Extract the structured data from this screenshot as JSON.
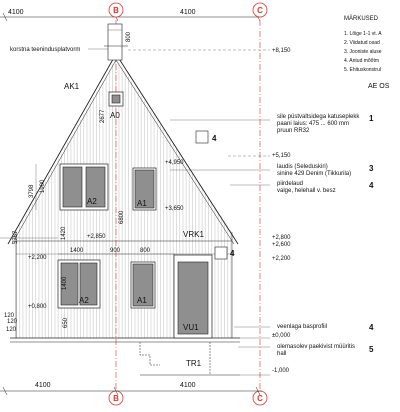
{
  "grid": {
    "left_label": "B",
    "right_label": "C",
    "dim_left": "4100",
    "dim_right": "4100"
  },
  "platform_label": "korstna teenindusplatvorm",
  "chimney_dim": "800",
  "roof_label": "AK1",
  "vent_label": "A0",
  "dim_2677": "2677",
  "legend": {
    "title": "MÄRKUSED",
    "notes": [
      "1.  Lõige 1-1 vt. A",
      "2.  Viidatud osad",
      "3.  Jooniste aluse",
      "4.  Antud mõõtm",
      "5.  Ehituskonstrul"
    ],
    "project": "AE OS"
  },
  "levels": {
    "ridge": "+8,150",
    "eave": "+5,150",
    "window_top": "+4,950",
    "window_sill": "+3,650",
    "mid_2850": "+2,850",
    "left_2200": "+2,200",
    "r_2800": "+2,800",
    "r_2600": "+2,600",
    "r_2200": "+2,200",
    "left_0800": "+0,800",
    "floor": "±0,000",
    "ground": "-1,000"
  },
  "materials": [
    {
      "lines": [
        "sile püstvaltsidega katuseplekk",
        "paani laius: 475 ... 600 mm",
        "pruun RR32"
      ],
      "num": "1"
    },
    {
      "lines": [
        "laudis (Seleduskiri)",
        "sinine 429 Denim (Tikkurila)"
      ],
      "num": "3"
    },
    {
      "lines": [
        "piirdelaud",
        "valge, helehall v. besz"
      ],
      "num": "4"
    },
    {
      "lines": [
        "veenlaga basprofiil"
      ],
      "num": "4"
    },
    {
      "lines": [
        "olemasolev paekivist müüritis",
        "hall"
      ],
      "num": "5"
    }
  ],
  "tags": {
    "vrk1": "VRK1",
    "vrk_num": "4",
    "upper_num": "4",
    "tr1": "TR1"
  },
  "windows": {
    "a2_upper": "A2",
    "a1_upper": "A1",
    "a2_lower": "A2",
    "a1_lower": "A1",
    "door": "VU1"
  },
  "dims": {
    "d1900": "1900",
    "d3798": "3798",
    "d6800": "6800",
    "d1420_v": "1420",
    "d5767": "5767",
    "d1400_h": "1400",
    "d900": "900",
    "d800": "800",
    "d1400_v": "1400",
    "d650": "650",
    "d120a": "120",
    "d120b": "120",
    "d120c": "120"
  }
}
